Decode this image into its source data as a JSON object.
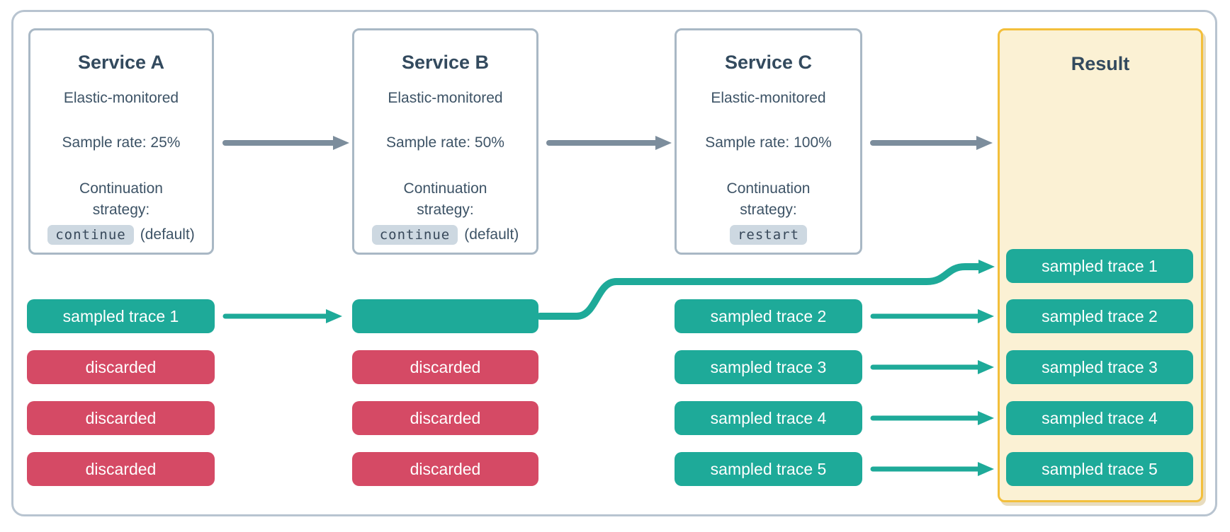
{
  "colors": {
    "teal": "#1EAA99",
    "red": "#D54A65",
    "arrow_gray": "#7C8D9C",
    "slate_title": "#334A5E",
    "slate_body": "#3D5366",
    "chip_bg": "#CDD8E1",
    "service_border": "#A9B8C5",
    "frame_border": "#B8C4D0",
    "result_border": "#F3BF3B",
    "result_bg": "#FBF1D4",
    "trace_text": "#FFFFFF"
  },
  "services": [
    {
      "title": "Service A",
      "subtitle": "Elastic-monitored",
      "sample_rate": "Sample rate: 25%",
      "strategy_line1": "Continuation",
      "strategy_line2": "strategy:",
      "chip": "continue",
      "chip_suffix": "(default)"
    },
    {
      "title": "Service B",
      "subtitle": "Elastic-monitored",
      "sample_rate": "Sample rate: 50%",
      "strategy_line1": "Continuation",
      "strategy_line2": "strategy:",
      "chip": "continue",
      "chip_suffix": "(default)"
    },
    {
      "title": "Service C",
      "subtitle": "Elastic-monitored",
      "sample_rate": "Sample rate: 100%",
      "strategy_line1": "Continuation",
      "strategy_line2": "strategy:",
      "chip": "restart",
      "chip_suffix": ""
    }
  ],
  "lanes": {
    "a": {
      "rows": [
        {
          "label": "sampled trace 1",
          "kind": "sampled"
        },
        {
          "label": "discarded",
          "kind": "discarded"
        },
        {
          "label": "discarded",
          "kind": "discarded"
        },
        {
          "label": "discarded",
          "kind": "discarded"
        }
      ]
    },
    "b": {
      "rows": [
        {
          "label": "",
          "kind": "sampled"
        },
        {
          "label": "discarded",
          "kind": "discarded"
        },
        {
          "label": "discarded",
          "kind": "discarded"
        },
        {
          "label": "discarded",
          "kind": "discarded"
        }
      ]
    },
    "c": {
      "rows": [
        {
          "label": "sampled trace 2",
          "kind": "sampled"
        },
        {
          "label": "sampled trace 3",
          "kind": "sampled"
        },
        {
          "label": "sampled trace 4",
          "kind": "sampled"
        },
        {
          "label": "sampled trace 5",
          "kind": "sampled"
        }
      ]
    }
  },
  "result": {
    "title": "Result",
    "rows": [
      {
        "label": "sampled trace 1",
        "kind": "sampled"
      },
      {
        "label": "sampled trace 2",
        "kind": "sampled"
      },
      {
        "label": "sampled trace 3",
        "kind": "sampled"
      },
      {
        "label": "sampled trace 4",
        "kind": "sampled"
      },
      {
        "label": "sampled trace 5",
        "kind": "sampled"
      }
    ]
  }
}
